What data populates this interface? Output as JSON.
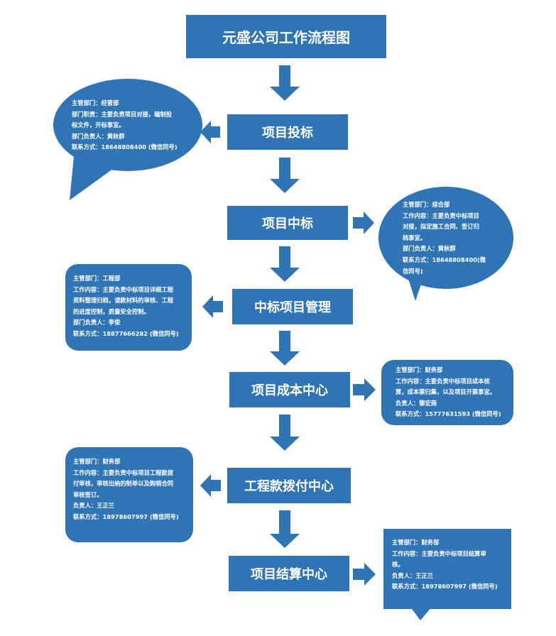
{
  "title": "元盛公司工作流程图",
  "steps": [
    {
      "label": "项目投标"
    },
    {
      "label": "项目中标"
    },
    {
      "label": "中标项目管理"
    },
    {
      "label": "项目成本中心"
    },
    {
      "label": "工程款拨付中心"
    },
    {
      "label": "项目结算中心"
    }
  ],
  "notes": [
    {
      "lines": [
        "主管部门：经营部",
        "部门职责：主要负责项目对接，编制投",
        "标文件，开标事宜。",
        "部门负责人：黄秋群",
        "联系方式：18648808400 (微信同号)"
      ]
    },
    {
      "lines": [
        "主管部门：综合部",
        "工作内容：主要负责中标项目",
        "对接，拟定施工合同、签订归",
        "档事宜。",
        "部门负责人：黄秋群",
        "联系方式：18648808400(微",
        "信同号)"
      ]
    },
    {
      "lines": [
        "主管部门：工程部",
        "工作内容：主要负责中标项目详细工程",
        "资料整理归档，请款材料的审核、工程",
        "的进度控制，质量安全控制。",
        "部门负责人：李俊",
        "联系方式：18877666282 (微信同号)"
      ]
    },
    {
      "lines": [
        "主管部门：财务部",
        "工作内容：主要负责中标项目成本核",
        "算，成本票归集，以及项目开票事宜。",
        "负责人：黎宏燕",
        "联系方式：15777631593 (微信同号)"
      ]
    },
    {
      "lines": [
        "主管部门：财务部",
        "工作内容：主要负责中标项目工程款拨",
        "付审核，审核出纳的制单以及购销合同",
        "审核签订。",
        "负责人：王正兰",
        "联系方式：18978607997 (微信同号)"
      ]
    },
    {
      "lines": [
        "主管部门：财务部",
        "工作内容：主要负责中标项目结算审",
        "核。",
        "负责人：王正兰",
        "联系方式：18978607997 (微信同号)"
      ]
    }
  ]
}
